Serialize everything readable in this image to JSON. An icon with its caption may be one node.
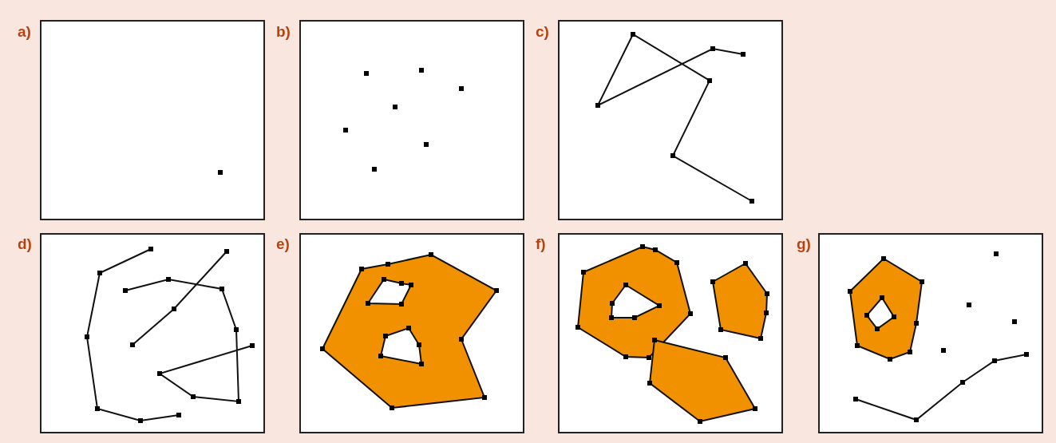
{
  "diagram": {
    "nodes": [
      {
        "text": [
          "a)"
        ]
      },
      {
        "text": [
          "b)"
        ]
      },
      {
        "text": [
          "c)"
        ]
      },
      {
        "text": [
          "d)"
        ]
      },
      {
        "text": [
          "e)"
        ]
      },
      {
        "text": [
          "f)"
        ]
      },
      {
        "text": [
          "g)"
        ]
      }
    ]
  }
}
